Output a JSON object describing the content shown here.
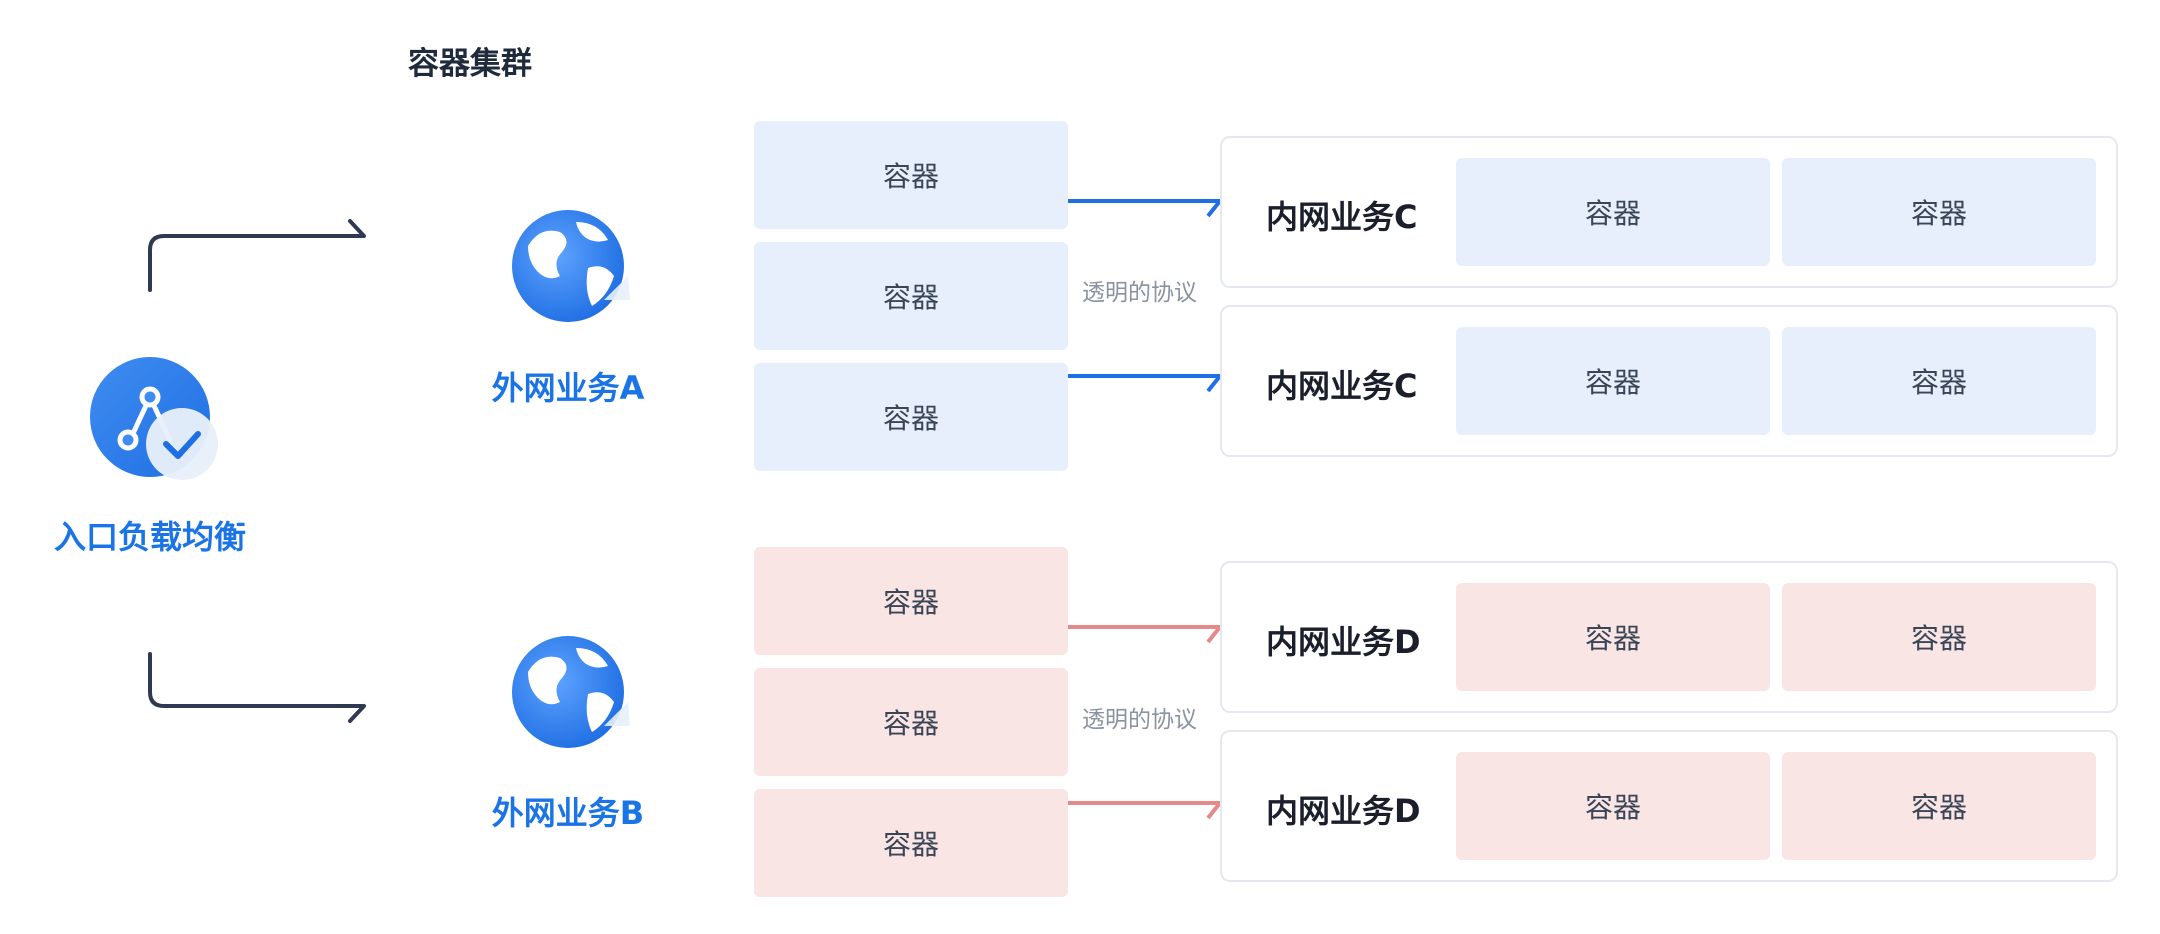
{
  "header": {
    "title": "容器集群"
  },
  "ingress": {
    "label": "入口负载均衡",
    "icon": "load-balancer-check-icon"
  },
  "services": {
    "a": {
      "label": "外网业务A",
      "icon": "globe-icon"
    },
    "b": {
      "label": "外网业务B",
      "icon": "globe-icon"
    }
  },
  "protocol": {
    "label_a": "透明的协议",
    "label_b": "透明的协议"
  },
  "containers": {
    "label": "容器",
    "group_a": [
      "容器",
      "容器",
      "容器"
    ],
    "group_b": [
      "容器",
      "容器",
      "容器"
    ]
  },
  "internal": {
    "c1": {
      "label": "内网业务C",
      "containers": [
        "容器",
        "容器"
      ]
    },
    "c2": {
      "label": "内网业务C",
      "containers": [
        "容器",
        "容器"
      ]
    },
    "d1": {
      "label": "内网业务D",
      "containers": [
        "容器",
        "容器"
      ]
    },
    "d2": {
      "label": "内网业务D",
      "containers": [
        "容器",
        "容器"
      ]
    }
  },
  "colors": {
    "accent_blue": "#1b74e6",
    "connector_blue": "#1f6fe4",
    "connector_red": "#e58a8a",
    "container_blue": "#e7effd",
    "container_pink": "#fae5e5",
    "flow_arrow": "#2f3a52"
  }
}
